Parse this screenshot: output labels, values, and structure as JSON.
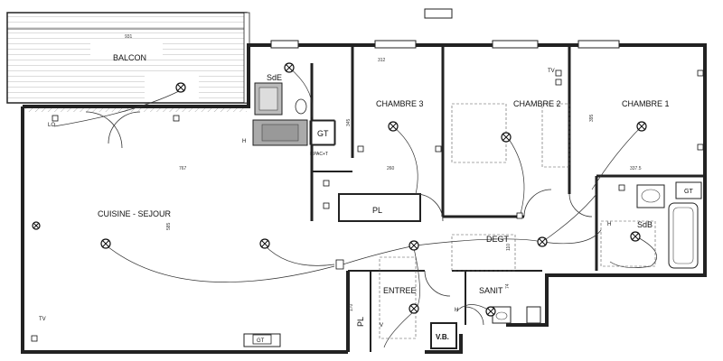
{
  "rooms": {
    "balcon": "BALCON",
    "sde": "SdE",
    "chambre3": "CHAMBRE 3",
    "chambre2": "CHAMBRE 2",
    "chambre1": "CHAMBRE 1",
    "cuisine_sejour": "CUISINE - SEJOUR",
    "pl_upper": "PL",
    "degt": "DEGT",
    "sdb": "SdB",
    "entree": "ENTREE",
    "sanit": "SANIT",
    "pl_lower": "PL",
    "vb": "V.B."
  },
  "equipment": {
    "gt_sde": "GT",
    "gt_sdb": "GT",
    "gt_bottom": "GT",
    "tv_sejour": "TV",
    "tv_chambre2": "TV",
    "lo": "LO",
    "pac": "P.PAC+T",
    "h": "H",
    "v": "V"
  },
  "dimensions": {
    "balcon_width": "931",
    "sejour_width": "767",
    "chambre3_width": "260",
    "chambre1_width": "337.5",
    "top_a": "312",
    "side_a": "345",
    "side_b": "395",
    "sejour_depth": "585",
    "degt_len": "110",
    "entree_h": "170",
    "sanit_w": "74"
  }
}
